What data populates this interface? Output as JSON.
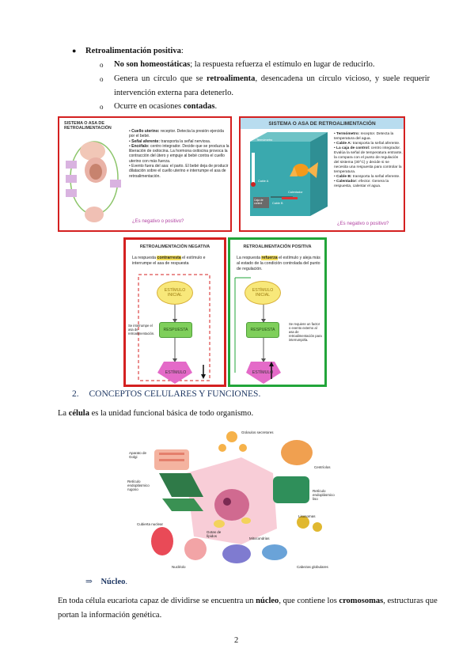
{
  "bullets": {
    "main": {
      "bold": "Retroalimentación positiva",
      "rest": ":"
    },
    "b1": {
      "bold": "No son homeostáticas",
      "rest": "; la respuesta refuerza el estímulo en lugar de reducirlo."
    },
    "b2_line1": {
      "pre": "Genera un círculo que se ",
      "bold": "retroalimenta",
      "post": ", desencadena un círculo vicioso, y suele requerir"
    },
    "b2_line2": "intervención externa para detenerlo.",
    "b3": {
      "pre": "Ocurre en ocasiones ",
      "bold": "contadas",
      "post": "."
    }
  },
  "panel_left": {
    "title": "SISTEMA O ASA DE RETROALIMENTACIÓN",
    "items": [
      {
        "b": "Cuello uterino:",
        "t": " receptor. Detecta la presión ejercida por el bebé."
      },
      {
        "b": "Señal aferente:",
        "t": " transporta la señal nerviosa."
      },
      {
        "b": "Encéfalo:",
        "t": " centro integrador. Decide que se produzca la liberación de oxitocina. La hormona oxitocina provoca la contracción del útero y empuje al bebé contra el cuello uterino con más fuerza."
      },
      {
        "b": "",
        "t": "Evento fuera del asa: el parto. El bebé deja de producir dilatación sobre el cuello uterino e interrumpe el asa de retroalimentación."
      }
    ],
    "question": "¿Es negativo o positivo?"
  },
  "panel_right": {
    "title": "SISTEMA O ASA DE RETROALIMENTACIÓN",
    "items": [
      {
        "b": "Termómetro:",
        "t": " receptor. Detecta la temperatura del agua."
      },
      {
        "b": "Cable A:",
        "t": " transporta la señal aferente."
      },
      {
        "b": "La caja de control:",
        "t": " centro integrador. Evalúa la señal de temperatura entrante, la compara con el punto de regulación del sistema (30°C) y decide si se necesita una respuesta para controlar la temperatura."
      },
      {
        "b": "Cable B:",
        "t": " transporta la señal eferente."
      },
      {
        "b": "Calentador:",
        "t": " efector. Genera la respuesta, calentar el agua."
      }
    ],
    "labels": {
      "termometro": "Termómetro",
      "cable_a": "Cable A",
      "cable_b": "Cable B",
      "calentador": "Calentador",
      "caja": "Caja de control"
    },
    "question": "¿Es negativo o positivo?"
  },
  "panel_neg": {
    "title": "RETROALIMENTACIÓN NEGATIVA",
    "desc_pre": "La respuesta ",
    "desc_hl": "contrarresta",
    "desc_post": " el estímulo e interrumpe el asa de respuesta",
    "stim": "ESTÍMULO INICIAL",
    "resp": "RESPUESTA",
    "end": "ESTÍMULO",
    "note": "Se interrumpe el asa de retroalimentación."
  },
  "panel_pos": {
    "title": "RETROALIMENTACIÓN POSITIVA",
    "desc_pre": "La respuesta ",
    "desc_hl": "refuerza",
    "desc_post": " el estímulo y aleja más al estado de la condición controlada del punto de regulación.",
    "stim": "ESTÍMULO INICIAL",
    "resp": "RESPUESTA",
    "end": "ESTÍMULO",
    "note": "Se requiere un factor o evento externo al asa de retroalimentación para interrumpirla."
  },
  "section": {
    "number": "2.",
    "title": "CONCEPTOS CELULARES Y FUNCIONES."
  },
  "intro": {
    "pre": "La ",
    "bold": "célula",
    "post": " es la unidad funcional básica de todo organismo."
  },
  "cell_labels": {
    "golgi": "Aparato de Golgi",
    "granulos": "Gránulos secretores",
    "rer": "Retículo endoplásmico rugoso",
    "centriolos": "Centríolos",
    "rel": "Retículo endoplásmico liso",
    "cubierta": "Cubierta nuclear",
    "gotas": "Gotas de lípidos",
    "lisosomas": "Lisosomas",
    "nucleolo": "Nucléolo",
    "mitocondrias": "Mitocondrias",
    "cabezas": "Cabezas globulares"
  },
  "nucleo_heading": {
    "arrow": "⇒",
    "label": "Núcleo",
    "period": "."
  },
  "closing": {
    "line1_pre": "En toda célula eucariota capaz de dividirse se encuentra un ",
    "line1_b1": "núcleo",
    "line1_mid": ", que contiene los ",
    "line1_b2": "cromosomas",
    "line1_post": ", estructuras que",
    "line2": "portan la información genética."
  },
  "page_number": "2",
  "colors": {
    "red": "#d42020",
    "green": "#22a53a",
    "heading_blue": "#1f3864",
    "magenta": "#e46ac8",
    "yellow": "#f8e87a",
    "resp_green": "#7fcf5b"
  }
}
